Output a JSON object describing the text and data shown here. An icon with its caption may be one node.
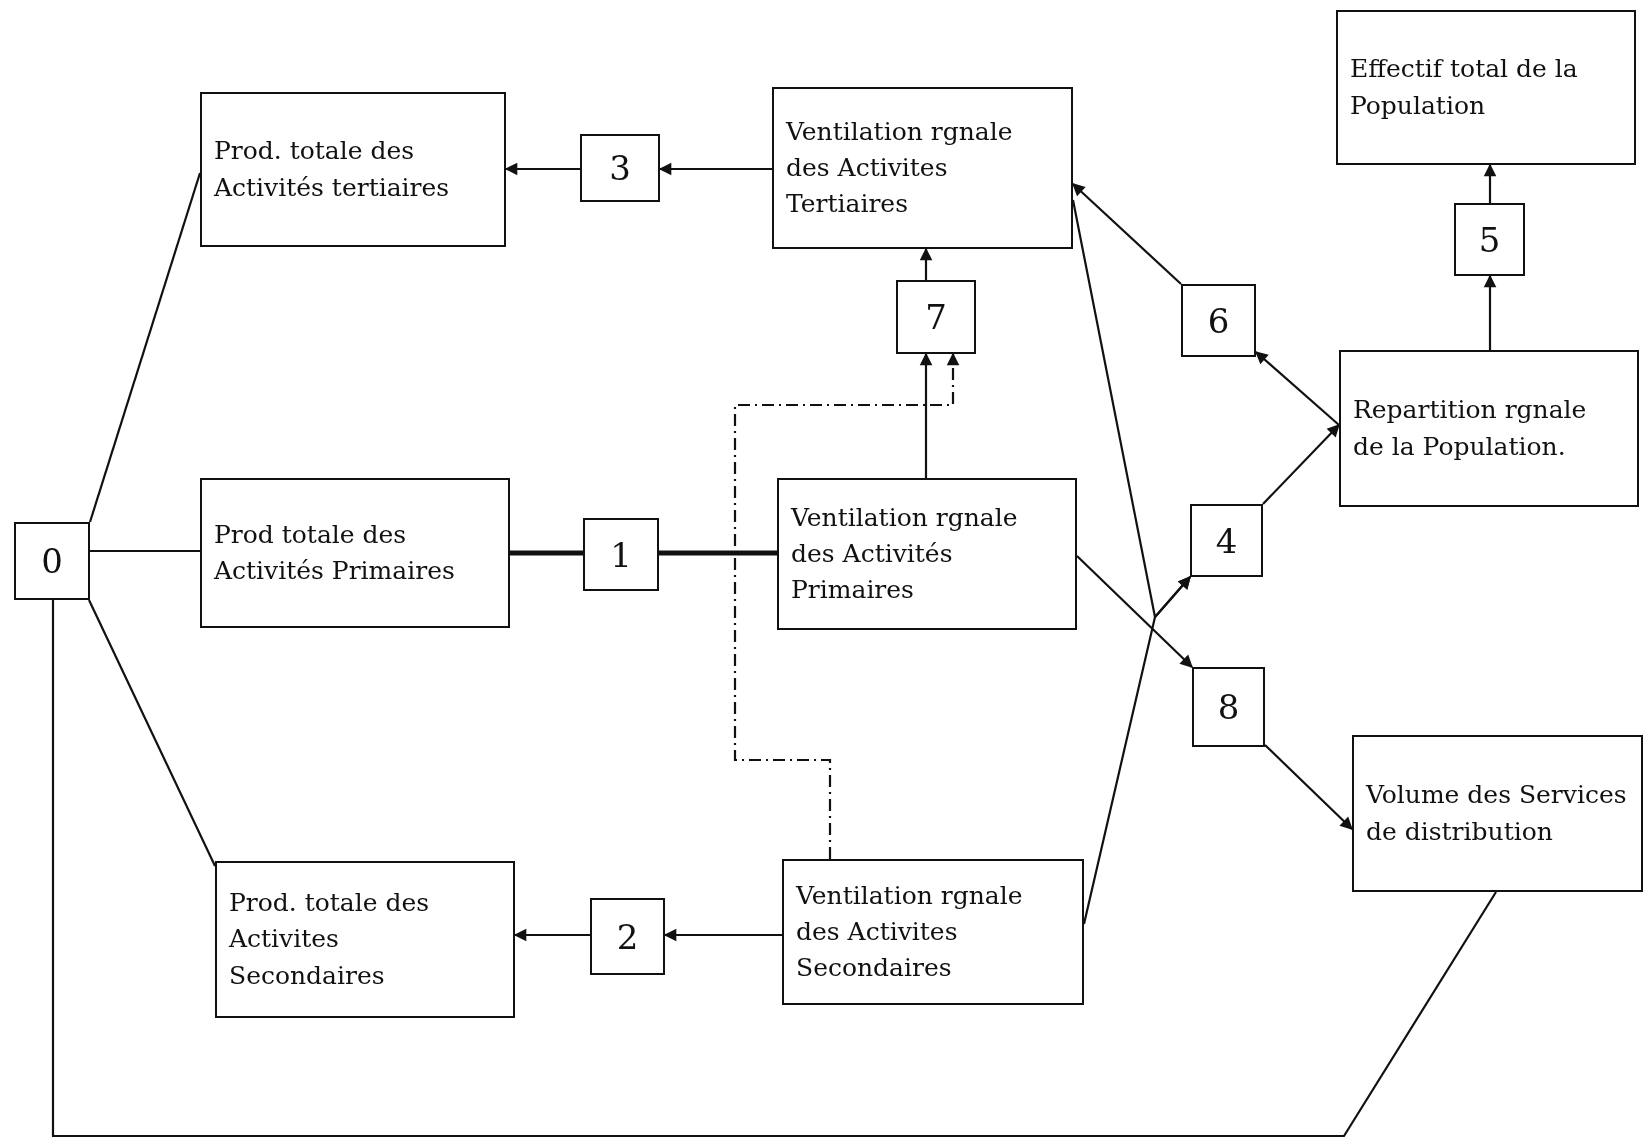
{
  "diagram": {
    "nodes": [
      {
        "text": [
          "0"
        ]
      },
      {
        "text": [
          "Prod. totale des Activités tertiaires"
        ]
      },
      {
        "text": [
          "3"
        ]
      },
      {
        "text": [
          "Ventilation rgnale des Activites Tertiaires"
        ]
      },
      {
        "text": [
          "Effectif total de la Population"
        ]
      },
      {
        "text": [
          "7"
        ]
      },
      {
        "text": [
          "6"
        ]
      },
      {
        "text": [
          "5"
        ]
      },
      {
        "text": [
          "Prod totale des Activités Primaires"
        ]
      },
      {
        "text": [
          "1"
        ]
      },
      {
        "text": [
          "Ventilation rgnale des Activités Primaires"
        ]
      },
      {
        "text": [
          "Repartition rgnale de la Population."
        ]
      },
      {
        "text": [
          "4"
        ]
      },
      {
        "text": [
          "8"
        ]
      },
      {
        "text": [
          "Volume des Services de distribution"
        ]
      },
      {
        "text": [
          "Prod. totale des Activites Secondaires"
        ]
      },
      {
        "text": [
          "2"
        ]
      },
      {
        "text": [
          "Ventilation rgnale des Activites Secondaires"
        ]
      }
    ],
    "edges": [
      {
        "from": 0,
        "to": 1,
        "arrow": "none"
      },
      {
        "from": 0,
        "to": 8,
        "arrow": "none"
      },
      {
        "from": 0,
        "to": 15,
        "arrow": "none"
      },
      {
        "from": 0,
        "to": 14,
        "arrow": "none"
      },
      {
        "from": 3,
        "to": 2,
        "arrow": "to"
      },
      {
        "from": 2,
        "to": 1,
        "arrow": "to"
      },
      {
        "from": 10,
        "to": 9,
        "arrow": "none",
        "style": "thick"
      },
      {
        "from": 9,
        "to": 8,
        "arrow": "none",
        "style": "thick"
      },
      {
        "from": 17,
        "to": 16,
        "arrow": "to"
      },
      {
        "from": 16,
        "to": 15,
        "arrow": "to"
      },
      {
        "from": 10,
        "to": 5,
        "arrow": "to"
      },
      {
        "from": 17,
        "to": 5,
        "arrow": "to",
        "style": "dashed"
      },
      {
        "from": 5,
        "to": 3,
        "arrow": "to"
      },
      {
        "from": 11,
        "to": 6,
        "arrow": "to"
      },
      {
        "from": 6,
        "to": 3,
        "arrow": "to"
      },
      {
        "from": 11,
        "to": 7,
        "arrow": "to"
      },
      {
        "from": 7,
        "to": 4,
        "arrow": "to"
      },
      {
        "from": 3,
        "to": 12,
        "arrow": "to"
      },
      {
        "from": 17,
        "to": 12,
        "arrow": "to"
      },
      {
        "from": 12,
        "to": 11,
        "arrow": "to"
      },
      {
        "from": 10,
        "to": 13,
        "arrow": "to"
      },
      {
        "from": 13,
        "to": 14,
        "arrow": "to"
      }
    ]
  }
}
